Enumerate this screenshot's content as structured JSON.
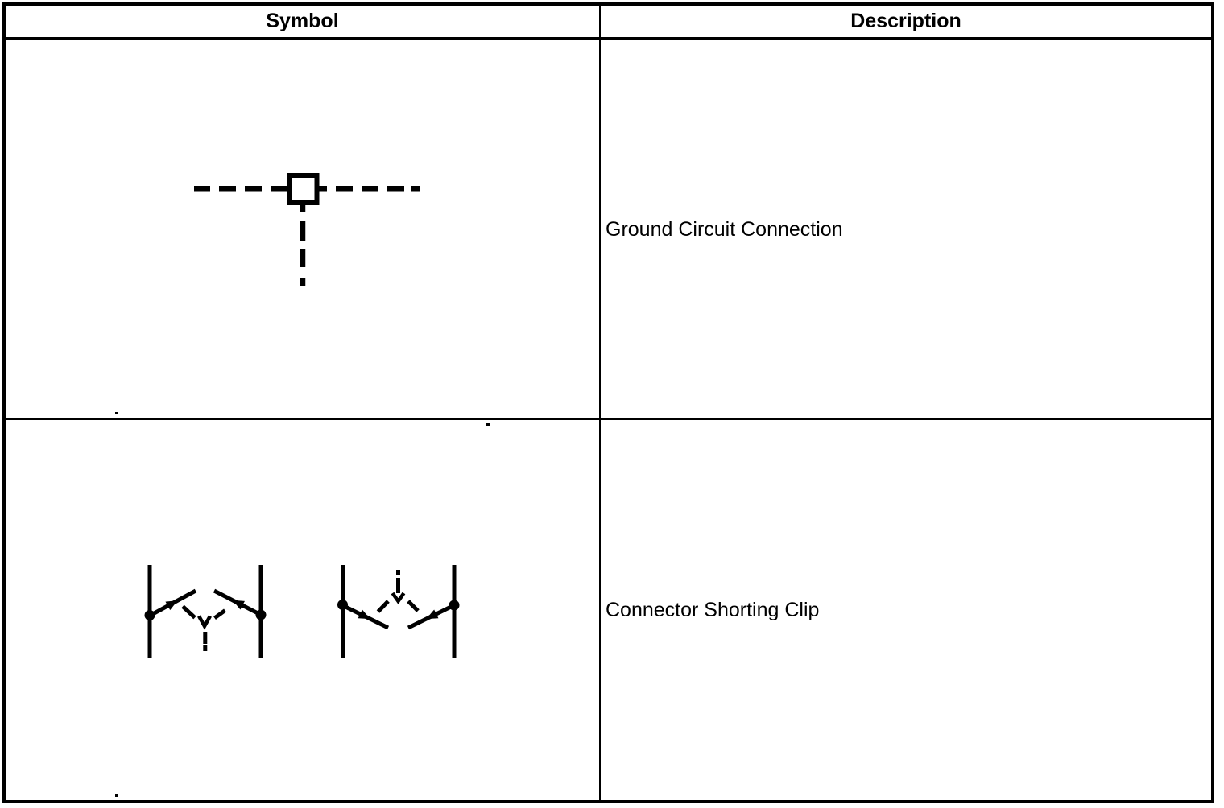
{
  "page": {
    "background": "#ffffff",
    "line_color": "#000000"
  },
  "table": {
    "columns": [
      {
        "label": "Symbol"
      },
      {
        "label": "Description"
      }
    ],
    "rows": [
      {
        "symbol": "ground-circuit-connection",
        "description": "Ground Circuit Connection"
      },
      {
        "symbol": "connector-shorting-clip",
        "description": "Connector Shorting Clip"
      }
    ]
  }
}
